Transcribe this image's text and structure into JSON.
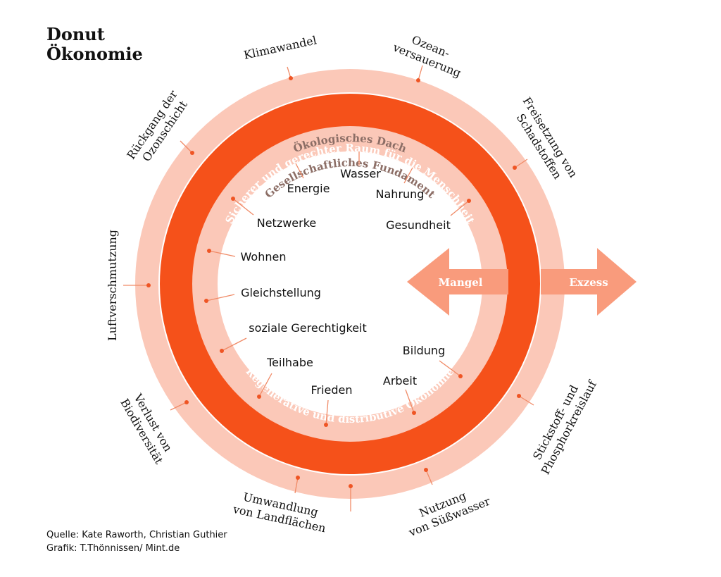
{
  "title": {
    "line1": "Donut",
    "line2": "Ökonomie"
  },
  "colors": {
    "outer_ring": "#fbc8b8",
    "band": "#f5511a",
    "inner_ring": "#fbc8b8",
    "arrow": "#f99b7c",
    "dot": "#ef5524",
    "leader": "#f08a66",
    "ring_label_light": "#8c6e66",
    "ring_label_band": "#ffffff"
  },
  "rings": {
    "ecological_ceiling": "Ökologisches Dach",
    "safe_space": "Sicherer und gerechter Raum für die Menschheit",
    "social_foundation": "Gesellschaftliches Fundament",
    "economy": "Regenerative und distributive Ökonomie"
  },
  "arrows": {
    "shortfall": "Mangel",
    "overshoot": "Exzess"
  },
  "ecological_limits": [
    {
      "id": "klimawandel",
      "lines": [
        "Klimawandel"
      ]
    },
    {
      "id": "ozeanversauerung",
      "lines": [
        "Ozean-",
        "versauerung"
      ]
    },
    {
      "id": "schadstoffe",
      "lines": [
        "Freisetzung von",
        "Schadstoffen"
      ]
    },
    {
      "id": "stickstoff",
      "lines": [
        "Stickstoff- und",
        "Phosphorkreislauf"
      ]
    },
    {
      "id": "suesswasser",
      "lines": [
        "Nutzung",
        "von Süßwasser"
      ]
    },
    {
      "id": "landflaechen",
      "lines": [
        "Umwandlung",
        "von Landflächen"
      ]
    },
    {
      "id": "biodiversitaet",
      "lines": [
        "Verlust von",
        "Biodiversität"
      ]
    },
    {
      "id": "luftverschmutzung",
      "lines": [
        "Luftverschmutzung"
      ]
    },
    {
      "id": "ozonschicht",
      "lines": [
        "Rückgang der",
        "Ozonschicht"
      ]
    }
  ],
  "social_foundation": [
    {
      "id": "wasser",
      "label": "Wasser"
    },
    {
      "id": "energie",
      "label": "Energie"
    },
    {
      "id": "nahrung",
      "label": "Nahrung"
    },
    {
      "id": "gesundheit",
      "label": "Gesundheit"
    },
    {
      "id": "netzwerke",
      "label": "Netzwerke"
    },
    {
      "id": "wohnen",
      "label": "Wohnen"
    },
    {
      "id": "gleichstellung",
      "label": "Gleichstellung"
    },
    {
      "id": "soziale-gerechtigkeit",
      "label": "soziale  Gerechtigkeit"
    },
    {
      "id": "bildung",
      "label": "Bildung"
    },
    {
      "id": "teilhabe",
      "label": "Teilhabe"
    },
    {
      "id": "arbeit",
      "label": "Arbeit"
    },
    {
      "id": "frieden",
      "label": "Frieden"
    }
  ],
  "credits": {
    "source": "Quelle: Kate Raworth, Christian Guthier",
    "graphic": "Grafik: T.Thönnissen/ Mint.de"
  }
}
